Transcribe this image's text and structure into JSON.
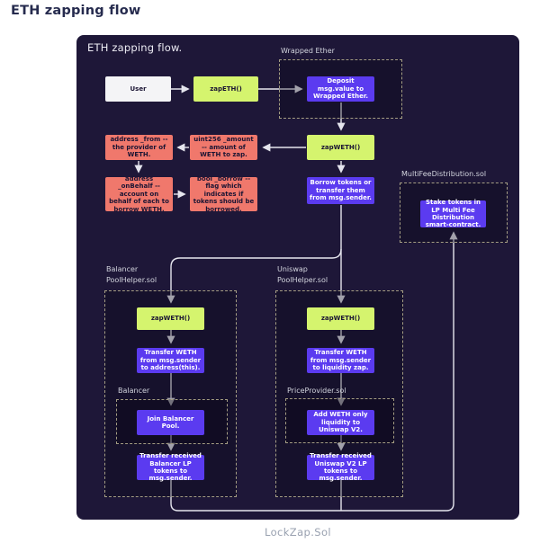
{
  "page": {
    "heading": "ETH zapping flow",
    "footer": "LockZap.Sol"
  },
  "panel": {
    "title": "ETH zapping flow."
  },
  "containers": {
    "wrapped_ether": {
      "label": "Wrapped Ether"
    },
    "multi_fee": {
      "label": "MultiFeeDistribution.sol"
    },
    "balancer_pool_helper": {
      "line1": "Balancer",
      "line2": "PoolHelper.sol"
    },
    "uniswap_pool_helper": {
      "line1": "Uniswap",
      "line2": "PoolHelper.sol"
    },
    "balancer_inner": {
      "label": "Balancer"
    },
    "price_provider": {
      "label": "PriceProvider.sol"
    }
  },
  "nodes": {
    "user": {
      "label": "User"
    },
    "zap_eth": {
      "label": "zapETH()"
    },
    "deposit": {
      "label": "Deposit msg.value to Wrapped Ether."
    },
    "zap_weth_main": {
      "label": "zapWETH()"
    },
    "param_from": {
      "label": "address _from -- the provider of WETH."
    },
    "param_amount": {
      "label": "uint256 _amount -- amount of WETH to zap."
    },
    "param_on_behalf": {
      "label": "address _onBehalf -- account on behalf of each to borrow WETH."
    },
    "param_borrow": {
      "label": "bool _borrow -- flag which indicates if tokens should be borrowed."
    },
    "borrow_tokens": {
      "label": "Borrow tokens or transfer them from msg.sender."
    },
    "stake_tokens": {
      "label": "Stake tokens in LP Multi Fee Distribution smart-contract."
    },
    "zap_weth_balancer": {
      "label": "zapWETH()"
    },
    "transfer_weth_balancer": {
      "label": "Transfer WETH from msg.sender to address(this)."
    },
    "join_pool": {
      "label": "Join Balancer Pool."
    },
    "transfer_received_balancer": {
      "label": "Transfer received Balancer LP tokens to msg.sender."
    },
    "zap_weth_uniswap": {
      "label": "zapWETH()"
    },
    "transfer_weth_uniswap": {
      "label": "Transfer WETH from msg.sender to liquidity zap."
    },
    "add_liquidity": {
      "label": "Add WETH only liquidity to Uniswap V2."
    },
    "transfer_received_uniswap": {
      "label": "Transfer received Uniswap V2 LP tokens to msg.sender."
    }
  },
  "colors": {
    "panel_bg": "#1e1738",
    "function_box": "#d5f46e",
    "action_box": "#5b3bf0",
    "param_box": "#f0786c",
    "actor_box": "#f4f4f6",
    "connector": "#e5e5ee",
    "dashed_border": "#a49d83",
    "heading_text": "#262b4e",
    "footer_text": "#99a1b0"
  }
}
